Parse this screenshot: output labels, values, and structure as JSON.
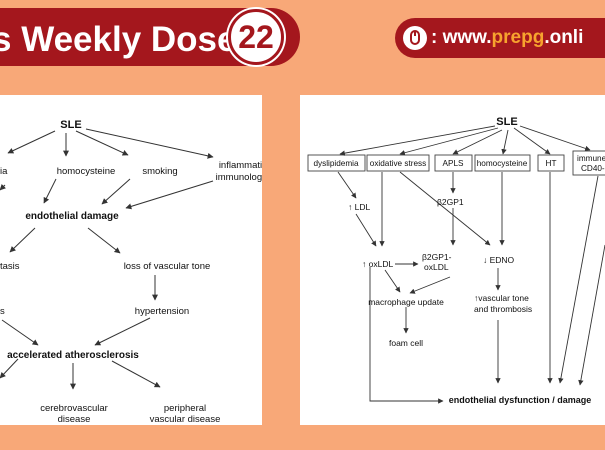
{
  "header": {
    "title": "s Weekly Dose",
    "issue_number": "22",
    "url_prefix": ": www.",
    "url_highlight": "prepg",
    "url_suffix": ".onli",
    "brand_color": "#a4171d",
    "accent_color": "#f7a32e"
  },
  "left_diagram": {
    "root": "SLE",
    "factors": [
      "ia",
      "homocysteine",
      "smoking"
    ],
    "inflammation_line1": "inflammation and",
    "inflammation_line2": "immunologic injury",
    "endothelial": "endothelial damage",
    "hemostasis": "tasis",
    "tone": "loss of vascular tone",
    "hypertension": "hypertension",
    "left_s": "s",
    "accelerated": "accelerated atherosclerosis",
    "cerebro_line1": "cerebrovascular",
    "cerebro_line2": "disease",
    "peripheral_line1": "peripheral",
    "peripheral_line2": "vascular disease"
  },
  "right_diagram": {
    "root": "SLE",
    "boxes": {
      "dyslipidemia": "dyslipidemia",
      "oxidative": "oxidative stress",
      "apls": "APLS",
      "homocysteine": "homocysteine",
      "ht": "HT",
      "immune_line1": "immune",
      "immune_line2": "CD40-"
    },
    "ldl": "↑ LDL",
    "b2gp1": "β2GP1",
    "oxldl": "↑ oxLDL",
    "complex_line1": "β2GP1-",
    "complex_line2": "oxLDL",
    "edno": "↓ EDNO",
    "macrophage": "macrophage update",
    "foam": "foam cell",
    "tone_line1": "↑vascular tone",
    "tone_line2": "and thrombosis",
    "dysfunction": "endothelial dysfunction / damage"
  }
}
